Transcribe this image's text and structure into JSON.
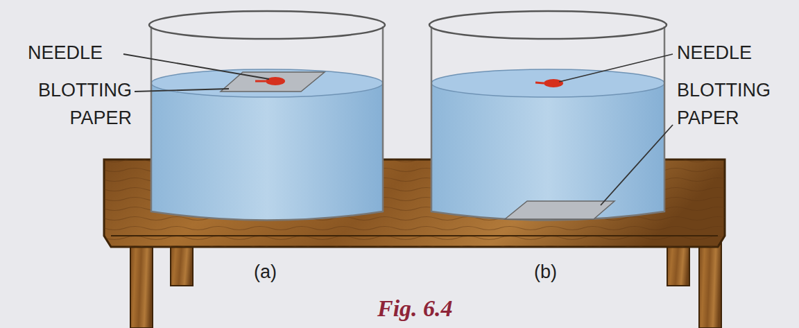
{
  "diagram": {
    "caption": "Fig. 6.4",
    "labels": [
      "NEEDLE",
      "BLOTTING PAPER",
      "NEEDLE",
      "BLOTTING PAPER",
      "(a)",
      "(b)"
    ]
  }
}
